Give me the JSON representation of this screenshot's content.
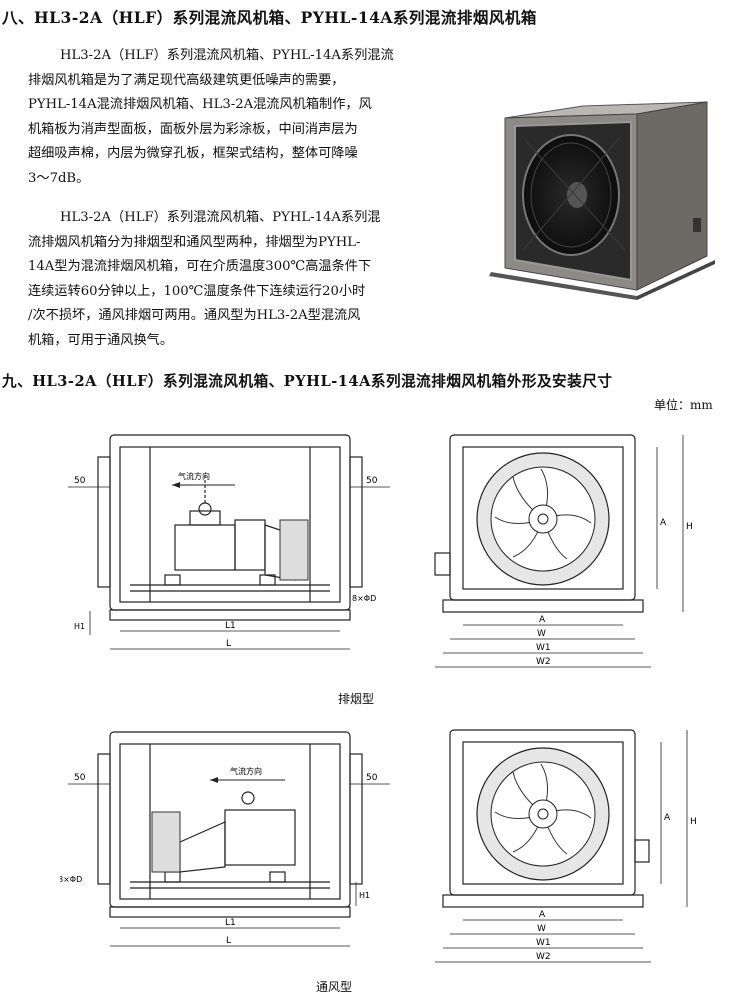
{
  "section8": {
    "heading": "八、HL3-2A（HLF）系列混流风机箱、PYHL-14A系列混流排烟风机箱",
    "para1": [
      "HL3-2A（HLF）系列混流风机箱、PYHL-14A系列混流",
      "排烟风机箱是为了满足现代高级建筑更低噪声的需要，",
      "PYHL-14A混流排烟风机箱、HL3-2A混流风机箱制作，风",
      "机箱板为消声型面板，面板外层为彩涂板，中间消声层为",
      "超细吸声棉，内层为微穿孔板，框架式结构，整体可降噪",
      "3～7dB。"
    ],
    "para2": [
      "HL3-2A（HLF）系列混流风机箱、PYHL-14A系列混",
      "流排烟风机箱分为排烟型和通风型两种，排烟型为PYHL-",
      "14A型为混流排烟风机箱，可在介质温度300℃高温条件下",
      "连续运转60分钟以上，100℃温度条件下连续运行20小时",
      "/次不损坏，通风排烟可两用。通风型为HL3-2A型混流风",
      "机箱，可用于通风换气。"
    ]
  },
  "section9": {
    "heading": "九、HL3-2A（HLF）系列混流风机箱、PYHL-14A系列混流排烟风机箱外形及安装尺寸",
    "unit": "单位：mm"
  },
  "drawings": {
    "airflow": "气流方向",
    "dim50": "50",
    "holes": "8×ΦD",
    "H1": "H1",
    "L1": "L1",
    "L": "L",
    "A": "A",
    "W": "W",
    "W1": "W1",
    "W2": "W2",
    "H": "H",
    "caption_exhaust": "排烟型",
    "caption_vent": "通风型"
  },
  "colors": {
    "text": "#111111",
    "line": "#222222",
    "photo_box": "#6d6a66"
  }
}
